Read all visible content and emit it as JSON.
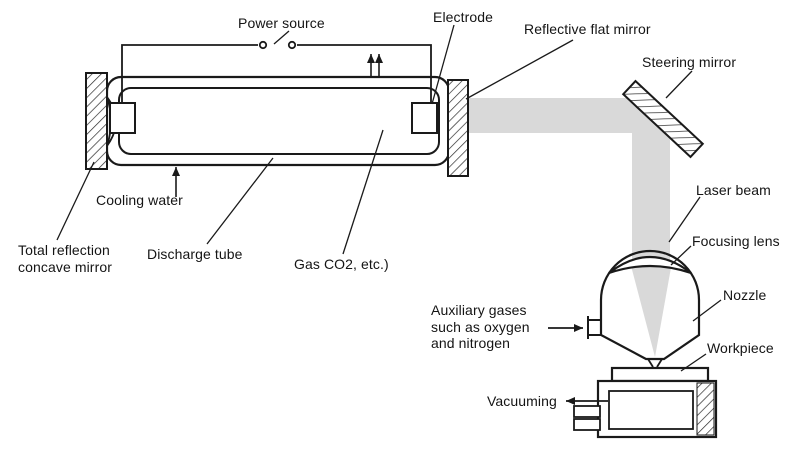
{
  "colors": {
    "line": "#1a1a1a",
    "beam": "#d9d9d9",
    "background": "#ffffff"
  },
  "labels": {
    "power_source": "Power source",
    "electrode": "Electrode",
    "reflective_flat_mirror": "Reflective flat mirror",
    "steering_mirror": "Steering mirror",
    "laser_beam": "Laser beam",
    "focusing_lens": "Focusing lens",
    "nozzle": "Nozzle",
    "workpiece": "Workpiece",
    "auxiliary_gases": "Auxiliary gases\nsuch as oxygen\nand nitrogen",
    "vacuuming": "Vacuuming",
    "gas": "Gas CO2, etc.)",
    "discharge_tube": "Discharge tube",
    "cooling_water": "Cooling water",
    "total_reflection_mirror": "Total reflection\nconcave mirror"
  }
}
